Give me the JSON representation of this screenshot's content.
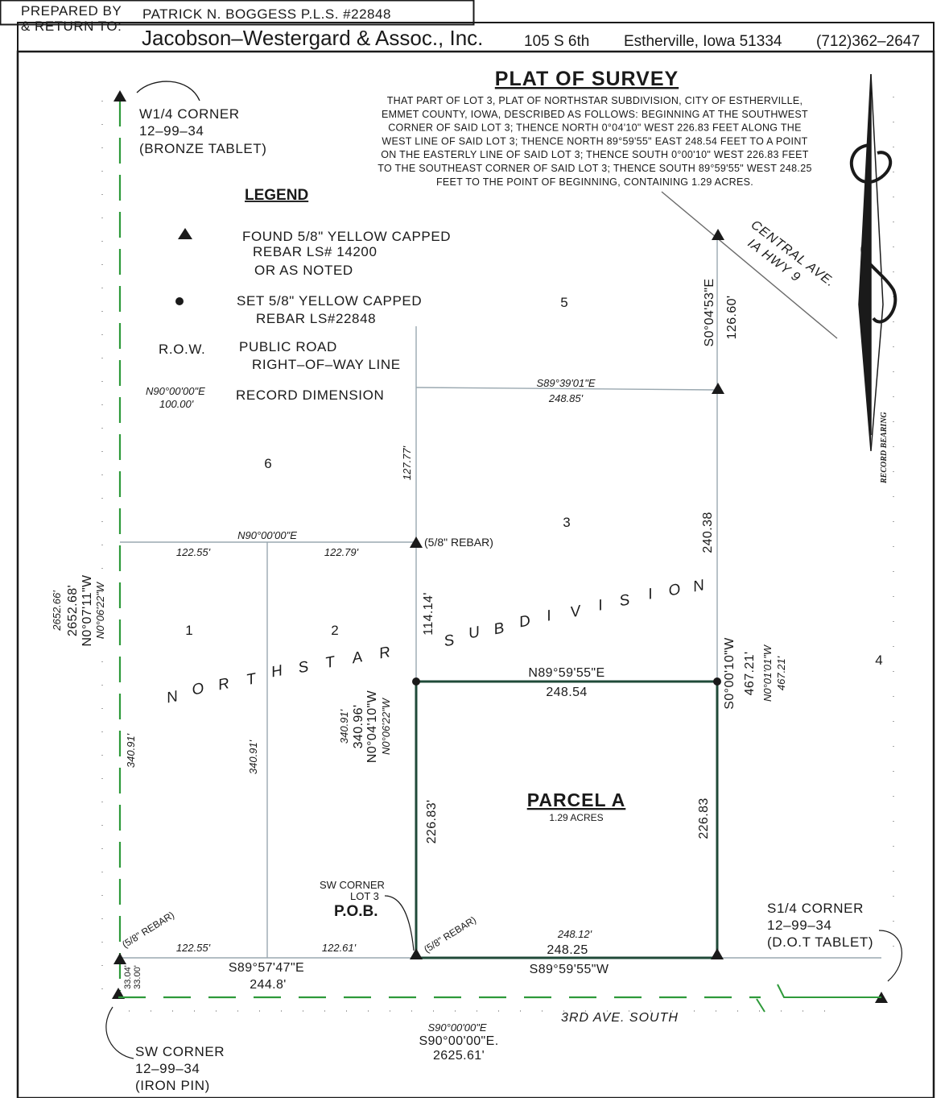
{
  "header": {
    "prepared_label_1": "PREPARED BY",
    "prepared_label_2": "& RETURN TO:",
    "surveyor": "PATRICK N. BOGGESS P.L.S. #22848",
    "firm": "Jacobson–Westergard & Assoc., Inc.",
    "address": "105 S 6th",
    "city": "Estherville, Iowa 51334",
    "phone": "(712)362–2647"
  },
  "title": "PLAT OF SURVEY",
  "description_lines": [
    "THAT PART OF LOT 3, PLAT OF NORTHSTAR SUBDIVISION, CITY OF ESTHERVILLE,",
    "EMMET COUNTY, IOWA, DESCRIBED AS FOLLOWS:  BEGINNING AT THE SOUTHWEST",
    "CORNER OF SAID LOT 3; THENCE NORTH 0°04'10\" WEST 226.83 FEET ALONG THE",
    "WEST LINE OF SAID LOT 3; THENCE NORTH 89°59'55\" EAST 248.54 FEET TO A POINT",
    "ON THE EASTERLY LINE OF SAID LOT 3; THENCE SOUTH 0°00'10\" WEST 226.83 FEET",
    "TO THE SOUTHEAST CORNER OF SAID LOT 3; THENCE SOUTH 89°59'55\" WEST 248.25",
    "FEET TO THE POINT OF BEGINNING, CONTAINING 1.29 ACRES."
  ],
  "legend": {
    "title": "LEGEND",
    "found_1": "FOUND 5/8\" YELLOW CAPPED",
    "found_2": "REBAR LS# 14200",
    "found_3": "OR AS NOTED",
    "set_1": "SET 5/8\" YELLOW CAPPED",
    "set_2": "REBAR LS#22848",
    "row_key": "R.O.W.",
    "row_1": "PUBLIC ROAD",
    "row_2": "RIGHT–OF–WAY LINE",
    "rec_bearing": "N90°00'00\"E",
    "rec_dist": "100.00'",
    "rec_label": "RECORD DIMENSION"
  },
  "corners": {
    "w14_1": "W1/4 CORNER",
    "w14_2": "12–99–34",
    "w14_3": "(BRONZE TABLET)",
    "sw_1": "SW CORNER",
    "sw_2": "12–99–34",
    "sw_3": "(IRON PIN)",
    "s14_1": "S1/4 CORNER",
    "s14_2": "12–99–34",
    "s14_3": "(D.O.T TABLET)",
    "sw_lot_1": "SW CORNER",
    "sw_lot_2": "LOT 3",
    "pob": "P.O.B."
  },
  "rebar_label": "(5/8\" REBAR)",
  "roads": {
    "central_1": "CENTRAL AVE.",
    "central_2": "IA HWY 9",
    "third": "3RD AVE. SOUTH"
  },
  "lots": {
    "l1": "1",
    "l2": "2",
    "l3": "3",
    "l4": "4",
    "l5": "5",
    "l6": "6"
  },
  "subdivision_letters": [
    "N",
    "O",
    "R",
    "T",
    "H",
    "S",
    "T",
    "A",
    "R",
    "S",
    "U",
    "B",
    "D",
    "I",
    "V",
    "I",
    "S",
    "I",
    "O",
    "N"
  ],
  "parcel": {
    "name": "PARCEL A",
    "area": "1.29 ACRES"
  },
  "dims": {
    "west_rec": "2652.66'",
    "west_meas": "2652.68'",
    "west_bearing": "N0°07'11\"W",
    "west_rec_bearing": "N0°06'22\"W",
    "west_340": "340.91'",
    "lot_split_340": "340.91'",
    "mid_rec_340": "340.91'",
    "mid_340": "340.96'",
    "mid_bearing": "N0°04'10\"W",
    "mid_rec_bearing": "N0°06'22\"W",
    "top_bearing": "S89°39'01\"E",
    "top_dist": "248.85'",
    "mid_127": "127.77'",
    "n90_rec": "N90°00'00\"E",
    "d122_55_top": "122.55'",
    "d122_79": "122.79'",
    "d114": "114.14'",
    "parcel_n_bearing": "N89°59'55\"E",
    "parcel_n_dist": "248.54",
    "parcel_w_dist": "226.83'",
    "parcel_e_dist": "226.83",
    "parcel_s_rec": "248.12'",
    "parcel_s_dist": "248.25",
    "parcel_s_bearing": "S89°59'55\"W",
    "east_bearing": "S0°04'53\"E",
    "east_126": "126.60'",
    "east_240": "240.38",
    "east_s_bearing": "S0°00'10\"W",
    "east_467": "467.21'",
    "east_rec_bearing": "N0°01'01\"W",
    "east_rec_467": "467.21'",
    "bot_122_55": "122.55'",
    "bot_122_61": "122.61'",
    "bot_bearing": "S89°57'47\"E",
    "bot_244": "244.8'",
    "d33_04": "33.04'",
    "d33_00": "33.00'",
    "section_rec_bearing": "S90°00'00\"E",
    "section_bearing": "S90°00'00\"E.",
    "section_dist": "2625.61'"
  },
  "north_arrow_label": "RECORD BEARING",
  "colors": {
    "line": "#1a1a1a",
    "parcel": "#1f4a38",
    "row": "#2e9a3a",
    "lotline": "#9aa8b0"
  }
}
